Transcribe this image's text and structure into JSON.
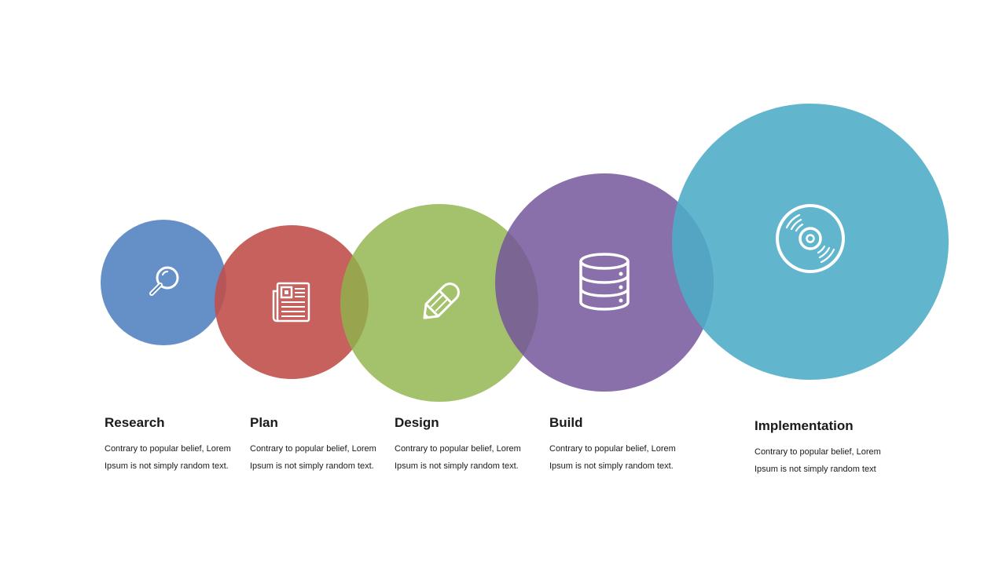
{
  "steps": [
    {
      "title": "Research",
      "desc_line1": "Contrary to popular belief, Lorem",
      "desc_line2": "Ipsum is not simply random text.",
      "color": "#4f7fbf",
      "icon": "magnifier-icon"
    },
    {
      "title": "Plan",
      "desc_line1": "Contrary to popular belief, Lorem",
      "desc_line2": "Ipsum is not simply random text.",
      "color": "#c0504d",
      "icon": "newspaper-icon"
    },
    {
      "title": "Design",
      "desc_line1": "Contrary to popular belief, Lorem",
      "desc_line2": "Ipsum is not simply random text.",
      "color": "#9bbb59",
      "icon": "pencil-icon"
    },
    {
      "title": "Build",
      "desc_line1": "Contrary to popular belief, Lorem",
      "desc_line2": "Ipsum is not simply random text.",
      "color": "#8064a2",
      "icon": "database-icon"
    },
    {
      "title": "Implementation",
      "desc_line1": "Contrary to popular belief, Lorem",
      "desc_line2": "Ipsum is not simply random text",
      "color": "#4bacc6",
      "icon": "disc-icon"
    }
  ]
}
